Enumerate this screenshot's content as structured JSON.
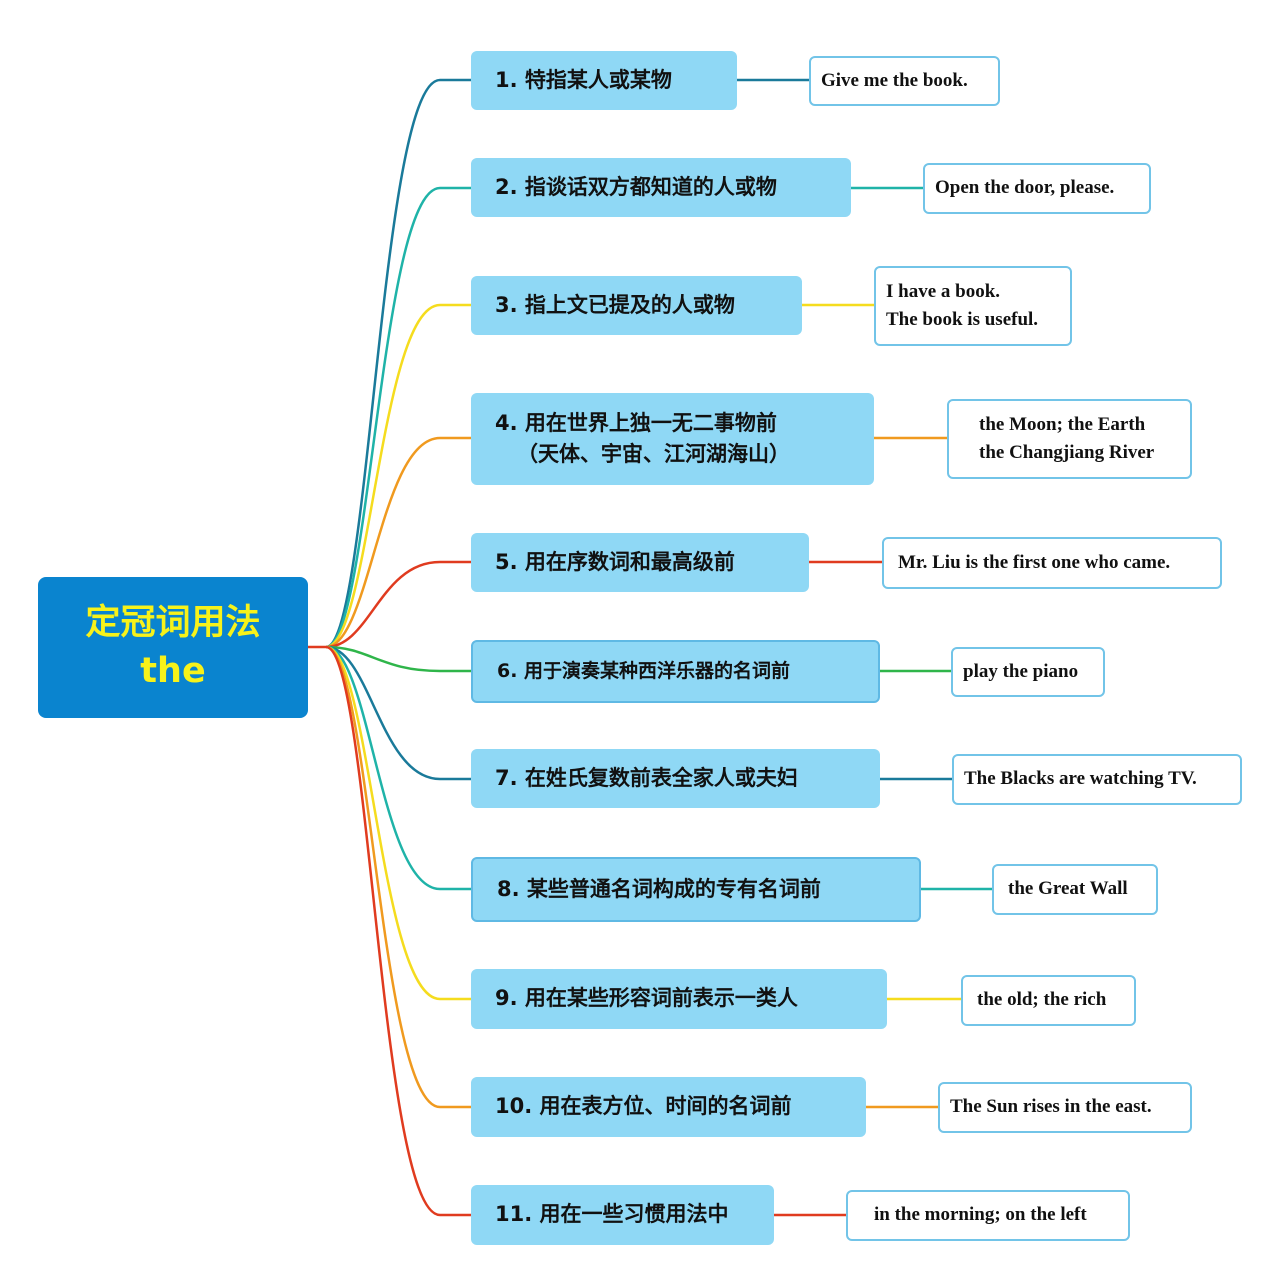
{
  "root": {
    "title": "定冠词用法",
    "subtitle": "the"
  },
  "branches": [
    {
      "label": "1. 特指某人或某物",
      "color": "#1a7a9a",
      "examples": [
        "Give me the book."
      ]
    },
    {
      "label": "2. 指谈话双方都知道的人或物",
      "color": "#1fb3a8",
      "examples": [
        "Open the door, please."
      ]
    },
    {
      "label": "3. 指上文已提及的人或物",
      "color": "#f5dc1e",
      "examples": [
        "I have a book.",
        "The book is useful."
      ]
    },
    {
      "label": "4. 用在世界上独一无二事物前",
      "label2": "（天体、宇宙、江河湖海山）",
      "color": "#f09a1f",
      "examples": [
        "the Moon; the Earth",
        "the Changjiang River"
      ]
    },
    {
      "label": "5. 用在序数词和最高级前",
      "color": "#e03b1f",
      "examples": [
        "Mr. Liu is the first one who came."
      ]
    },
    {
      "label": "6. 用于演奏某种西洋乐器的名词前",
      "color": "#2fb54a",
      "examples": [
        "play the piano"
      ]
    },
    {
      "label": "7. 在姓氏复数前表全家人或夫妇",
      "color": "#1a7a9a",
      "examples": [
        "The Blacks are watching TV."
      ]
    },
    {
      "label": "8. 某些普通名词构成的专有名词前",
      "color": "#1fb3a8",
      "examples": [
        "the Great Wall"
      ]
    },
    {
      "label": "9. 用在某些形容词前表示一类人",
      "color": "#f5dc1e",
      "examples": [
        "the old; the rich"
      ]
    },
    {
      "label": "10. 用在表方位、时间的名词前",
      "color": "#f09a1f",
      "examples": [
        "The Sun rises in the east."
      ]
    },
    {
      "label": "11. 用在一些习惯用法中",
      "color": "#e03b1f",
      "examples": [
        "in the morning; on the left"
      ]
    }
  ]
}
